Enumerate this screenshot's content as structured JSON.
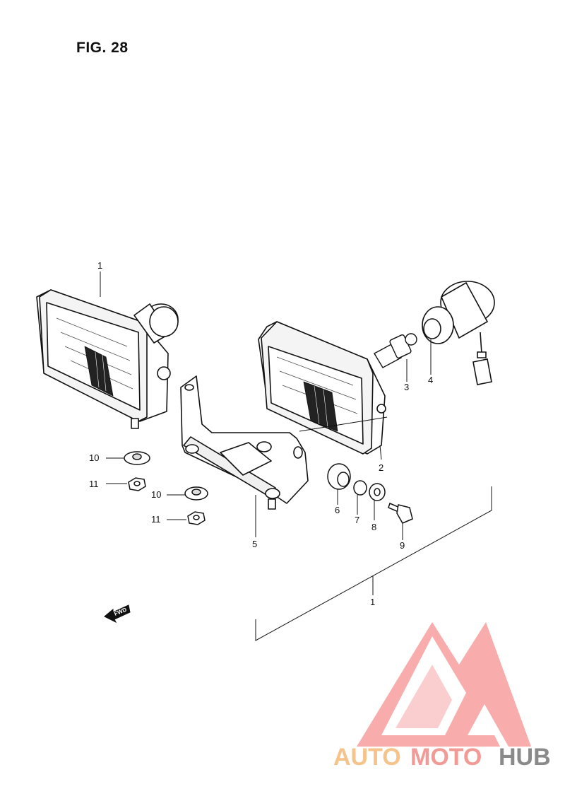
{
  "figure": {
    "title": "FIG. 28"
  },
  "callouts": {
    "part_1_left": "1",
    "part_1_right": "1",
    "part_2": "2",
    "part_3": "3",
    "part_4": "4",
    "part_5": "5",
    "part_6": "6",
    "part_7": "7",
    "part_8": "8",
    "part_9": "9",
    "part_10_a": "10",
    "part_10_b": "10",
    "part_11_a": "11",
    "part_11_b": "11"
  },
  "direction_marker": {
    "label": "FWD",
    "icon": "arrow-left-icon"
  },
  "watermark": {
    "word_part_1": "AUTO",
    "word_part_2": "MOTO",
    "word_part_3": "HUB",
    "colors": {
      "auto": "#f6c38a",
      "moto": "#f29a95",
      "hub": "#8a8a8a",
      "logo": "#f25c5c"
    }
  }
}
